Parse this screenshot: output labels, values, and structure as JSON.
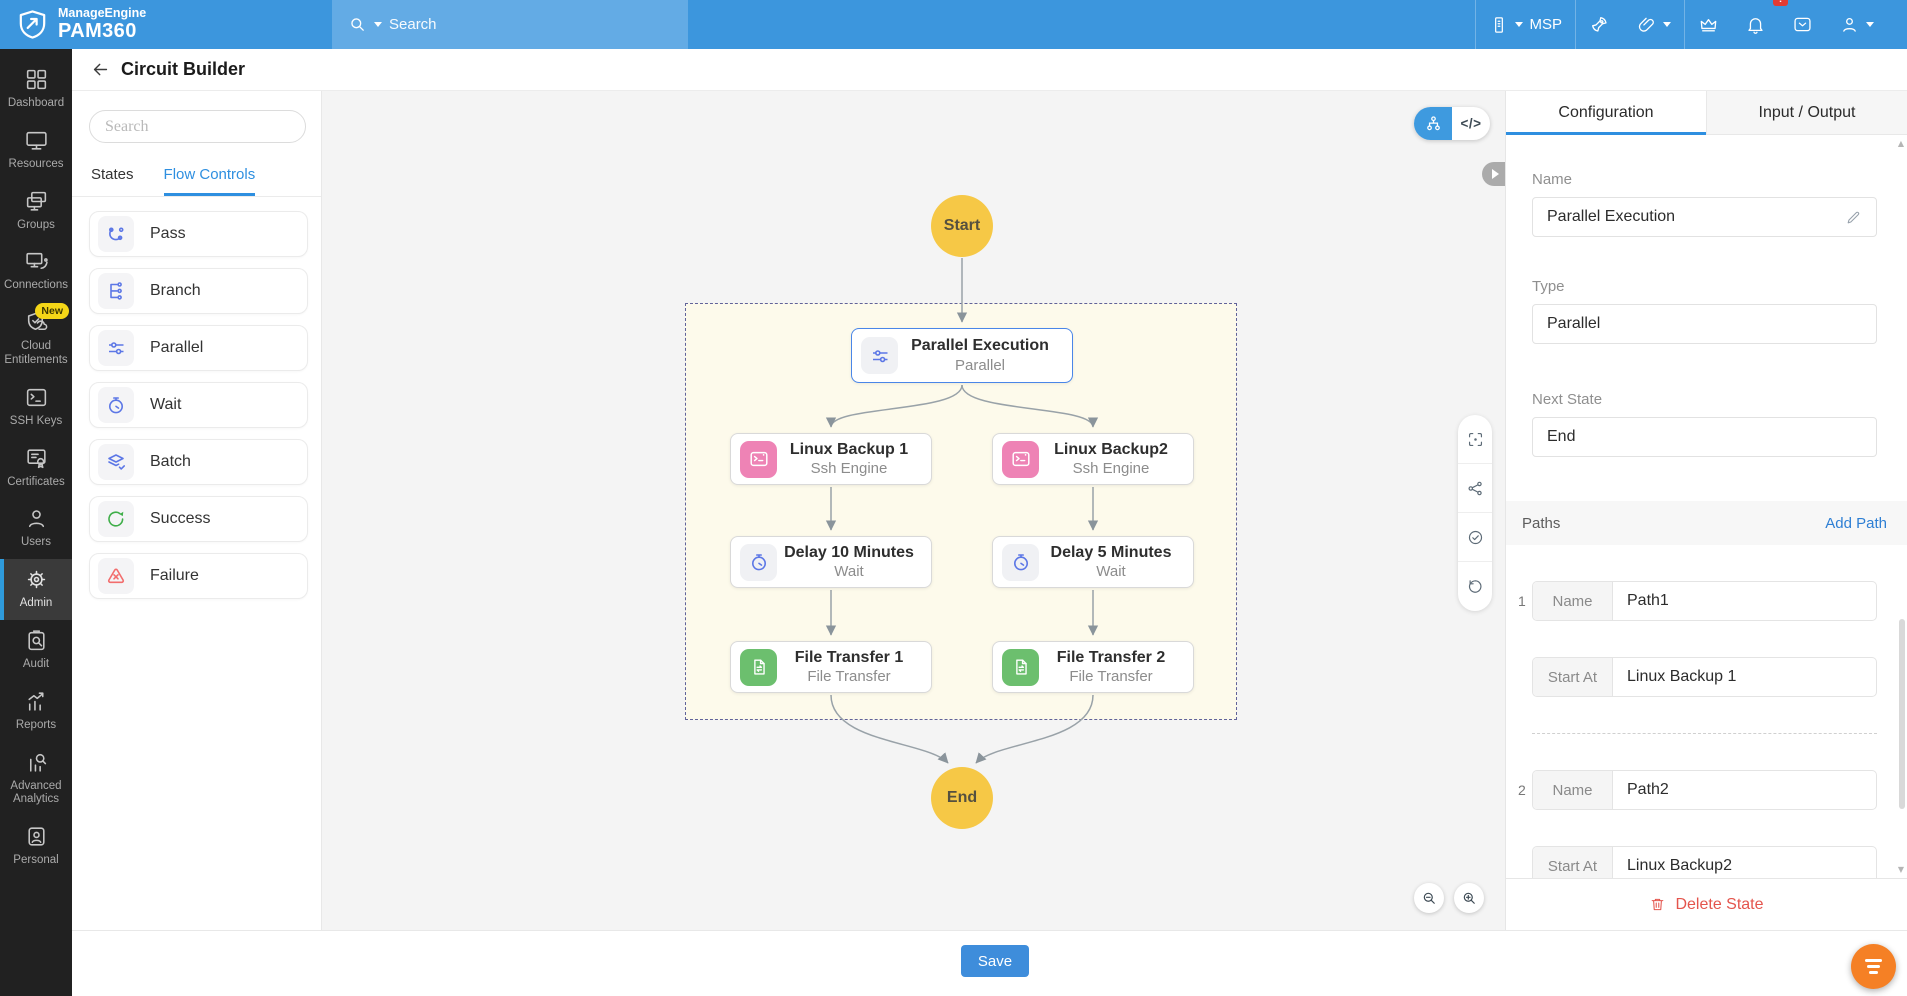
{
  "topbar": {
    "brand_line1": "ManageEngine",
    "brand_line2": "PAM360",
    "search_placeholder": "Search",
    "msp_label": "MSP",
    "bell_badge": "!"
  },
  "header": {
    "title": "Circuit Builder"
  },
  "sidebar": {
    "items": [
      {
        "label": "Dashboard"
      },
      {
        "label": "Resources"
      },
      {
        "label": "Groups"
      },
      {
        "label": "Connections"
      },
      {
        "label": "Cloud Entitlements",
        "badge": "New"
      },
      {
        "label": "SSH Keys"
      },
      {
        "label": "Certificates"
      },
      {
        "label": "Users"
      },
      {
        "label": "Admin"
      },
      {
        "label": "Audit"
      },
      {
        "label": "Reports"
      },
      {
        "label": "Advanced Analytics"
      },
      {
        "label": "Personal"
      }
    ]
  },
  "palette": {
    "search_placeholder": "Search",
    "tabs": [
      {
        "label": "States"
      },
      {
        "label": "Flow Controls"
      }
    ],
    "items": [
      {
        "label": "Pass"
      },
      {
        "label": "Branch"
      },
      {
        "label": "Parallel"
      },
      {
        "label": "Wait"
      },
      {
        "label": "Batch"
      },
      {
        "label": "Success"
      },
      {
        "label": "Failure"
      }
    ]
  },
  "canvas": {
    "start_label": "Start",
    "end_label": "End",
    "code_toggle_label": "</>",
    "nodes": [
      {
        "title": "Parallel Execution",
        "subtitle": "Parallel"
      },
      {
        "title": "Linux Backup 1",
        "subtitle": "Ssh Engine"
      },
      {
        "title": "Linux Backup2",
        "subtitle": "Ssh Engine"
      },
      {
        "title": "Delay 10 Minutes",
        "subtitle": "Wait"
      },
      {
        "title": "Delay 5 Minutes",
        "subtitle": "Wait"
      },
      {
        "title": "File Transfer 1",
        "subtitle": "File Transfer"
      },
      {
        "title": "File Transfer 2",
        "subtitle": "File Transfer"
      }
    ]
  },
  "config_panel": {
    "tabs": [
      {
        "label": "Configuration"
      },
      {
        "label": "Input / Output"
      }
    ],
    "name_label": "Name",
    "name_value": "Parallel Execution",
    "type_label": "Type",
    "type_value": "Parallel",
    "next_state_label": "Next State",
    "next_state_value": "End",
    "paths_header": "Paths",
    "add_path_label": "Add Path",
    "paths": [
      {
        "index": "1",
        "name_label": "Name",
        "name_value": "Path1",
        "start_label": "Start At",
        "start_value": "Linux Backup 1"
      },
      {
        "index": "2",
        "name_label": "Name",
        "name_value": "Path2",
        "start_label": "Start At",
        "start_value": "Linux Backup2"
      }
    ],
    "delete_label": "Delete State"
  },
  "footer": {
    "save_label": "Save"
  },
  "colors": {
    "topbar_blue": "#3C96DD",
    "accent_blue": "#2E8FE0",
    "selected_node_border": "#4A86E8",
    "terminal_yellow": "#F6C846",
    "group_bg": "#FDFAEB",
    "success_green": "#3FAE49",
    "failure_red": "#F26D6D",
    "ssh_pink": "#EE83B5",
    "file_green": "#6CBF6E",
    "delete_red": "#E4554D",
    "fab_orange": "#F58025"
  }
}
